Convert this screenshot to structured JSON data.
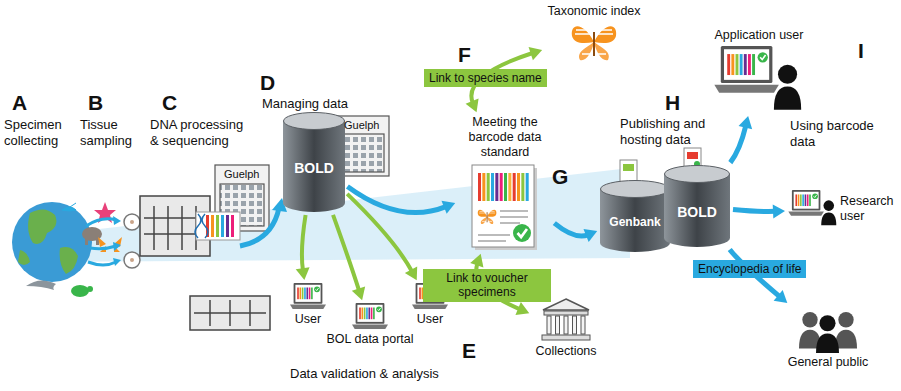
{
  "diagram": {
    "nodes": [
      {
        "text": [
          "BOLD"
        ]
      },
      {
        "text": [
          "Meeting the barcode data standard"
        ]
      },
      {
        "text": [
          "Taxonomic index"
        ]
      },
      {
        "text": [
          "Collections"
        ]
      },
      {
        "text": [
          "Genbank"
        ]
      },
      {
        "text": [
          "BOLD"
        ]
      },
      {
        "text": [
          "Application user"
        ]
      },
      {
        "text": [
          "Research user"
        ]
      },
      {
        "text": [
          "General public"
        ]
      },
      {
        "text": [
          "User"
        ]
      },
      {
        "text": [
          "BOL data portal"
        ]
      },
      {
        "text": [
          "User"
        ]
      }
    ],
    "edges": [
      {
        "from": 0,
        "to": 1,
        "arrow": "to"
      },
      {
        "from": 1,
        "to": 2,
        "arrow": "both",
        "label": "Link to species name"
      },
      {
        "from": 1,
        "to": 3,
        "arrow": "both",
        "label": "Link to voucher specimens"
      },
      {
        "from": 1,
        "to": 4,
        "arrow": "to"
      },
      {
        "from": 5,
        "to": 6,
        "arrow": "to"
      },
      {
        "from": 5,
        "to": 7,
        "arrow": "to"
      },
      {
        "from": 5,
        "to": 8,
        "arrow": "to",
        "label": "Encyclopedia of life"
      },
      {
        "from": 0,
        "to": 9,
        "arrow": "to"
      },
      {
        "from": 0,
        "to": 10,
        "arrow": "to"
      },
      {
        "from": 0,
        "to": 11,
        "arrow": "to"
      }
    ],
    "labels": [
      "A",
      "Specimen collecting",
      "B",
      "Tissue sampling",
      "C",
      "DNA processing & sequencing",
      "D",
      "Managing data",
      "Guelph",
      "Guelph",
      "Data validation & analysis",
      "F",
      "G",
      "E",
      "H",
      "Publishing and hosting data",
      "I",
      "Using barcode data"
    ]
  }
}
